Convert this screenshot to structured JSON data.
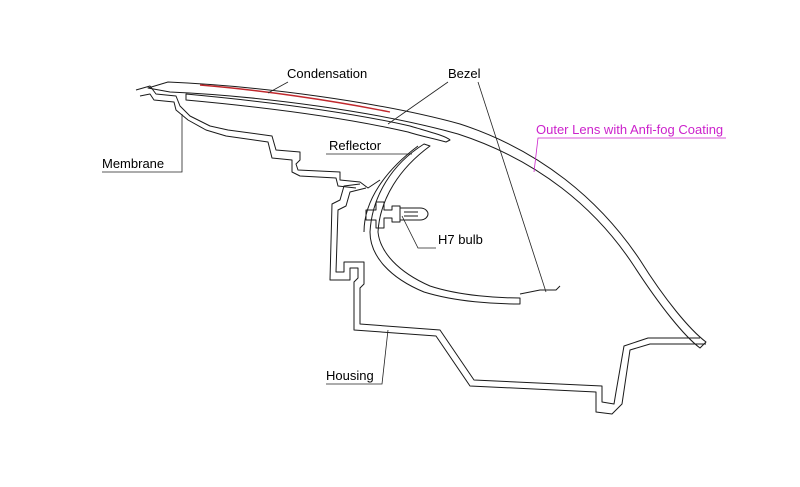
{
  "diagram": {
    "labels": {
      "condensation": "Condensation",
      "bezel": "Bezel",
      "outer_lens": "Outer Lens with Anfi-fog Coating",
      "membrane": "Membrane",
      "reflector": "Reflector",
      "h7_bulb": "H7 bulb",
      "housing": "Housing"
    },
    "colors": {
      "line": "#1a1a1a",
      "label_text": "#000000",
      "outer_lens_label": "#cc22cc",
      "outer_lens_leader": "#cc22cc",
      "condensation_line": "#c0282d"
    }
  }
}
